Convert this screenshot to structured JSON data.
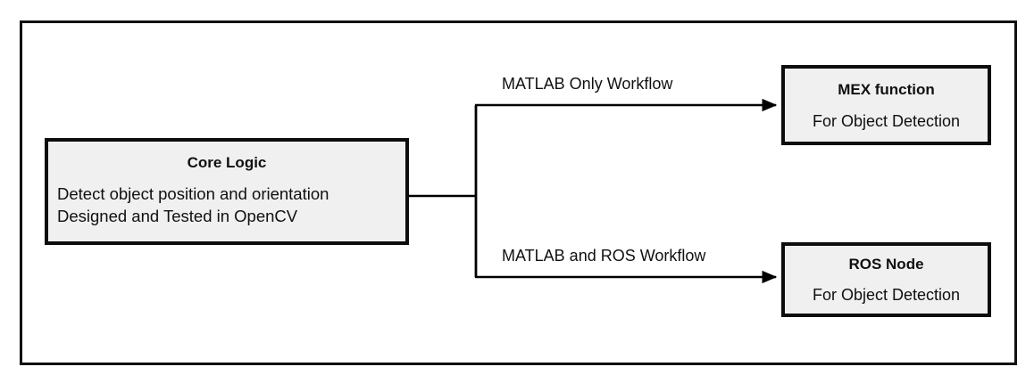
{
  "diagram": {
    "nodes": {
      "core_logic": {
        "title": "Core Logic",
        "body": "Detect object position and orientation\nDesigned and Tested in OpenCV"
      },
      "mex_function": {
        "title": "MEX function",
        "body": "For Object Detection"
      },
      "ros_node": {
        "title": "ROS Node",
        "body": "For Object Detection"
      }
    },
    "edges": {
      "to_mex": {
        "label": "MATLAB Only Workflow"
      },
      "to_ros": {
        "label": "MATLAB and ROS Workflow"
      }
    },
    "colors": {
      "box_fill": "#f0f0f0",
      "box_border": "#0d0d0d",
      "frame_border": "#111111",
      "connector": "#000000",
      "text": "#101010",
      "background": "#ffffff"
    }
  }
}
